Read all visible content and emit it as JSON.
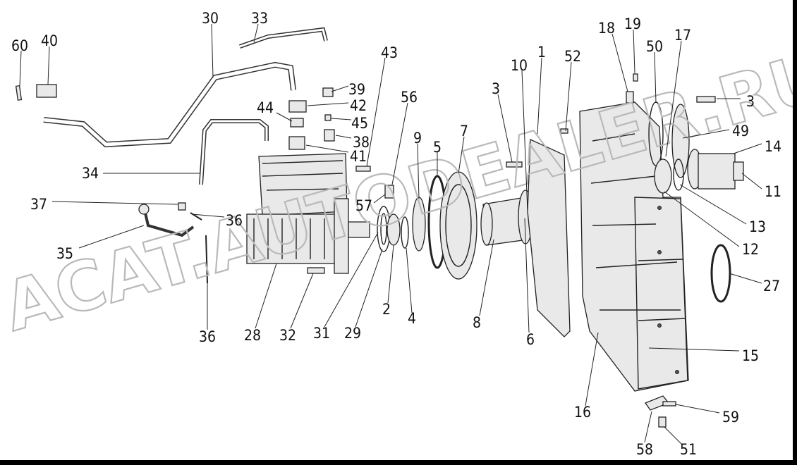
{
  "watermark": "ACAT.AUTODEALER.RU",
  "callouts": [
    {
      "id": "60"
    },
    {
      "id": "40"
    },
    {
      "id": "30"
    },
    {
      "id": "33"
    },
    {
      "id": "39"
    },
    {
      "id": "42"
    },
    {
      "id": "44"
    },
    {
      "id": "45"
    },
    {
      "id": "38"
    },
    {
      "id": "41"
    },
    {
      "id": "34"
    },
    {
      "id": "37"
    },
    {
      "id": "36",
      "key": "36a"
    },
    {
      "id": "35"
    },
    {
      "id": "43"
    },
    {
      "id": "56"
    },
    {
      "id": "57"
    },
    {
      "id": "9"
    },
    {
      "id": "5"
    },
    {
      "id": "7"
    },
    {
      "id": "3",
      "key": "3a"
    },
    {
      "id": "10"
    },
    {
      "id": "1"
    },
    {
      "id": "52"
    },
    {
      "id": "18"
    },
    {
      "id": "19"
    },
    {
      "id": "50"
    },
    {
      "id": "17"
    },
    {
      "id": "3",
      "key": "3b"
    },
    {
      "id": "49"
    },
    {
      "id": "14"
    },
    {
      "id": "11"
    },
    {
      "id": "13"
    },
    {
      "id": "12"
    },
    {
      "id": "27"
    },
    {
      "id": "15"
    },
    {
      "id": "59"
    },
    {
      "id": "51"
    },
    {
      "id": "58"
    },
    {
      "id": "16"
    },
    {
      "id": "6"
    },
    {
      "id": "8"
    },
    {
      "id": "4"
    },
    {
      "id": "2"
    },
    {
      "id": "29"
    },
    {
      "id": "31"
    },
    {
      "id": "32"
    },
    {
      "id": "28"
    },
    {
      "id": "36",
      "key": "36b"
    }
  ]
}
